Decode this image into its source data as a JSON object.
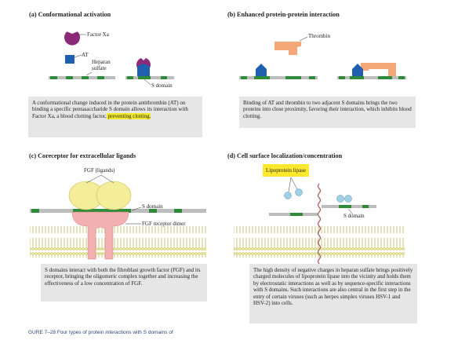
{
  "panels": {
    "a": {
      "title": "(a) Conformational activation",
      "labels": {
        "factor_xa": "Factor Xa",
        "at": "AT",
        "heparan_line1": "Heparan",
        "heparan_line2": "sulfate",
        "s_domain": "S domain"
      },
      "caption_main": "A conformational change induced in the protein antithrombin (AT) on binding a specific pentasaccharide S domain allows its interaction with Factor Xa, a blood clotting factor,",
      "caption_highlight": " preventing clotting."
    },
    "b": {
      "title": "(b) Enhanced protein-protein interaction",
      "labels": {
        "thrombin": "Thrombin"
      },
      "caption": "Binding of AT and thrombin to two adjacent S domains brings the two proteins into close proximity, favoring their interaction, which inhibits blood clotting."
    },
    "c": {
      "title": "(c) Coreceptor for extracellular ligands",
      "labels": {
        "fgf": "FGF (ligands)",
        "s_domain": "S domain",
        "receptor": "FGF receptor dimer"
      },
      "caption": "S domains interact with both the fibroblast growth factor (FGF) and its receptor, bringing the oligomeric complex together and increasing the effectiveness of a low concentration of FGF."
    },
    "d": {
      "title": "(d) Cell surface localization/concentration",
      "labels": {
        "lipase": "Lipoprotein lipase",
        "s_domain": "S domain"
      },
      "caption": "The high density of negative charges in heparan sulfate brings positively charged molecules of lipoprotein lipase into the vicinity and holds them by electrostatic interactions as well as by sequence-specific interactions with S domains. Such interactions are also central in the first step in the entry of certain viruses (such as herpes simplex viruses HSV-1 and HSV-2) into cells."
    }
  },
  "figure_caption": "GURE 7–28  Four types of protein interactions with S domains of",
  "colors": {
    "purple": "#8b2a78",
    "blue_at": "#1f5fb0",
    "orange": "#f4a87a",
    "green": "#2e8b3a",
    "gray_chain": "#bdbdbd",
    "yellow_fgf": "#f4ee9a",
    "pink_receptor": "#f2b0b0",
    "light_blue": "#9fd0e8",
    "membrane_yellow": "#e6e59a",
    "caption_bg": "#e6e6e6",
    "highlight": "#f3ea2a"
  }
}
